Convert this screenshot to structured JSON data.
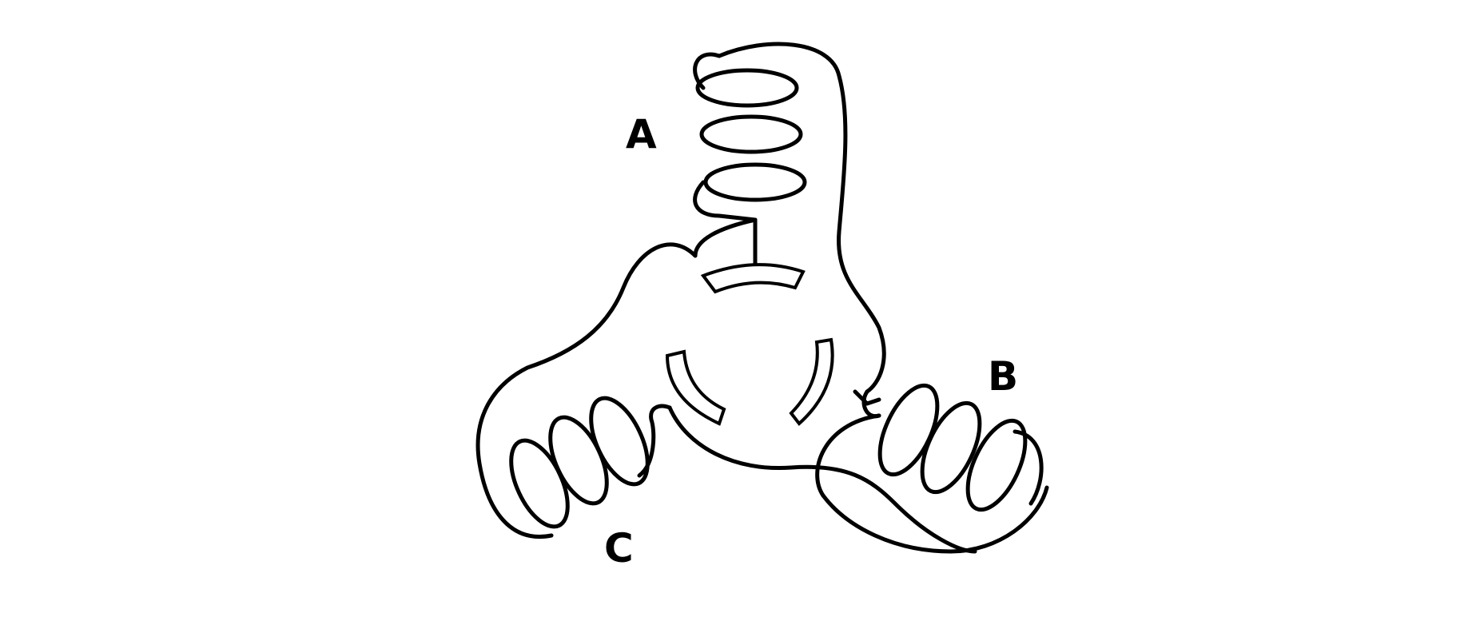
{
  "diagram": {
    "labels": {
      "coil_a": "A",
      "coil_b": "B",
      "coil_c": "C"
    },
    "colors": {
      "ink": "#000000",
      "paper": "#ffffff"
    }
  }
}
